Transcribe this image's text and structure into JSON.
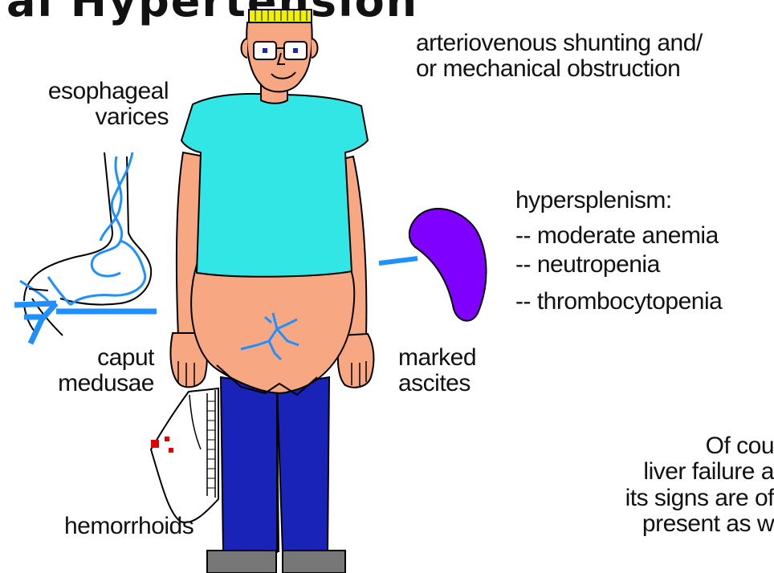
{
  "title": "al Hypertension",
  "labels": {
    "shunting": "arteriovenous shunting and/\nor mechanical obstruction",
    "varices": "esophageal\nvarices",
    "caput": "caput\nmedusae",
    "hemorrhoids": "hemorrhoids",
    "ascites": "marked\nascites",
    "hypersplenism_title": "hypersplenism:",
    "hypersplenism_items": [
      "-- moderate anemia",
      "-- neutropenia",
      "-- thrombocytopenia"
    ],
    "note": "Of cou\nliver failure a\nits signs are of\npresent as w"
  },
  "colors": {
    "skin": "#f7a882",
    "shirt": "#33e6e6",
    "pants": "#1a23b8",
    "vein": "#1e90ff",
    "spleen": "#8000ff",
    "hair": "#f0f000",
    "shoes": "#777777"
  }
}
